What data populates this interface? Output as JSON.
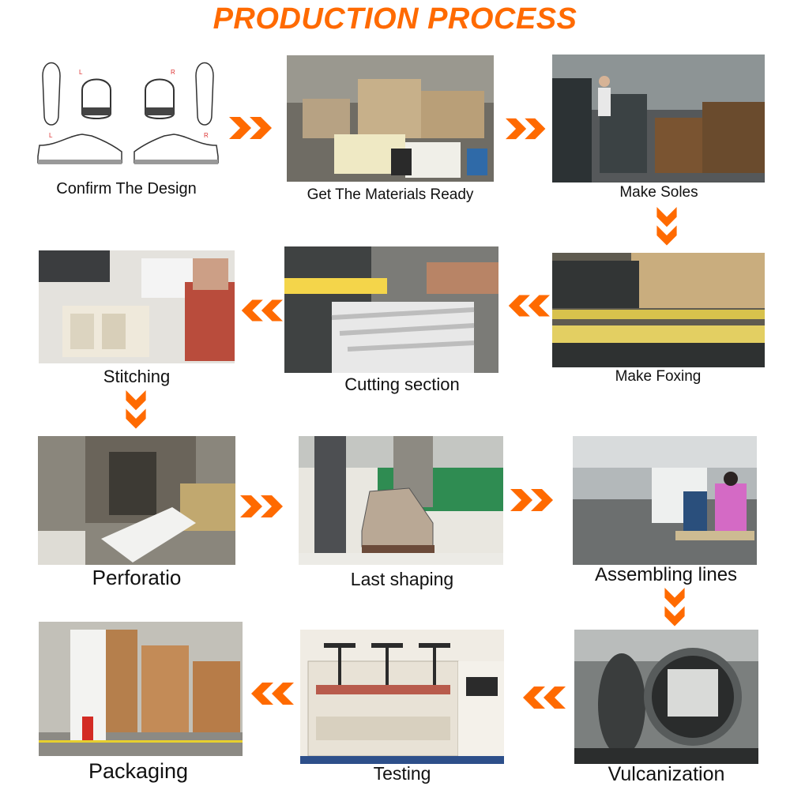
{
  "title": "PRODUCTION PROCESS",
  "colors": {
    "accent": "#ff6a00",
    "text": "#111111",
    "background": "#ffffff"
  },
  "steps": [
    {
      "label": "Confirm The Design",
      "icon": "shoe-design-sketch-icon"
    },
    {
      "label": "Get The Materials Ready",
      "icon": "materials-warehouse-photo"
    },
    {
      "label": "Make Soles",
      "icon": "sole-machine-photo"
    },
    {
      "label": "Make Foxing",
      "icon": "foxing-machine-photo"
    },
    {
      "label": "Cutting section",
      "icon": "cutting-table-photo"
    },
    {
      "label": "Stitching",
      "icon": "sewing-machine-photo"
    },
    {
      "label": "Perforatio",
      "icon": "perforation-machine-photo"
    },
    {
      "label": "Last shaping",
      "icon": "last-shaping-machine-photo"
    },
    {
      "label": "Assembling lines",
      "icon": "assembly-line-photo"
    },
    {
      "label": "Vulcanization",
      "icon": "vulcanization-tank-photo"
    },
    {
      "label": "Testing",
      "icon": "testing-machine-photo"
    },
    {
      "label": "Packaging",
      "icon": "packaging-warehouse-photo"
    }
  ],
  "arrows": [
    "chevron-right-icon",
    "chevron-down-icon",
    "chevron-left-icon"
  ],
  "design_marks": {
    "left": "L",
    "right": "R"
  }
}
